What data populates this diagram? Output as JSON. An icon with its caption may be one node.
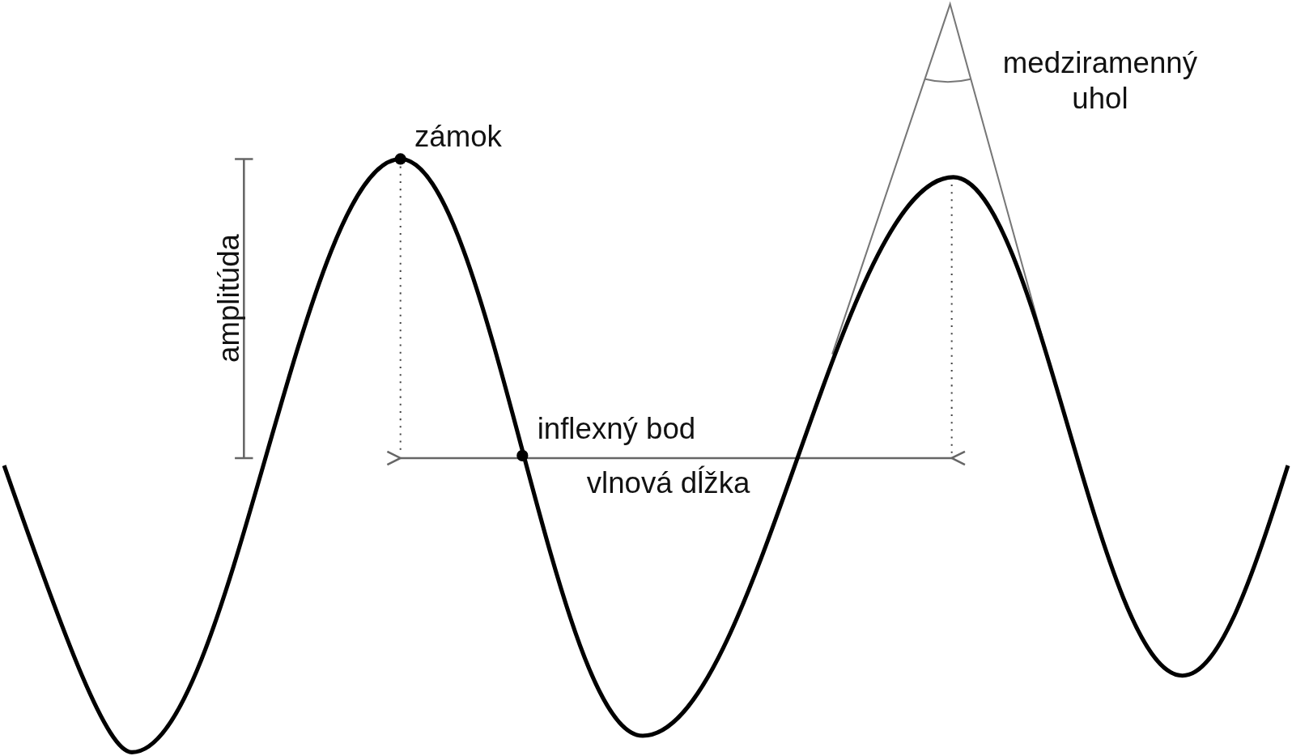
{
  "diagram": {
    "labels": [
      "medziramenný uhol",
      "zámok",
      "amplitúda",
      "inflexný bod",
      "vlnová dĺžka"
    ]
  }
}
